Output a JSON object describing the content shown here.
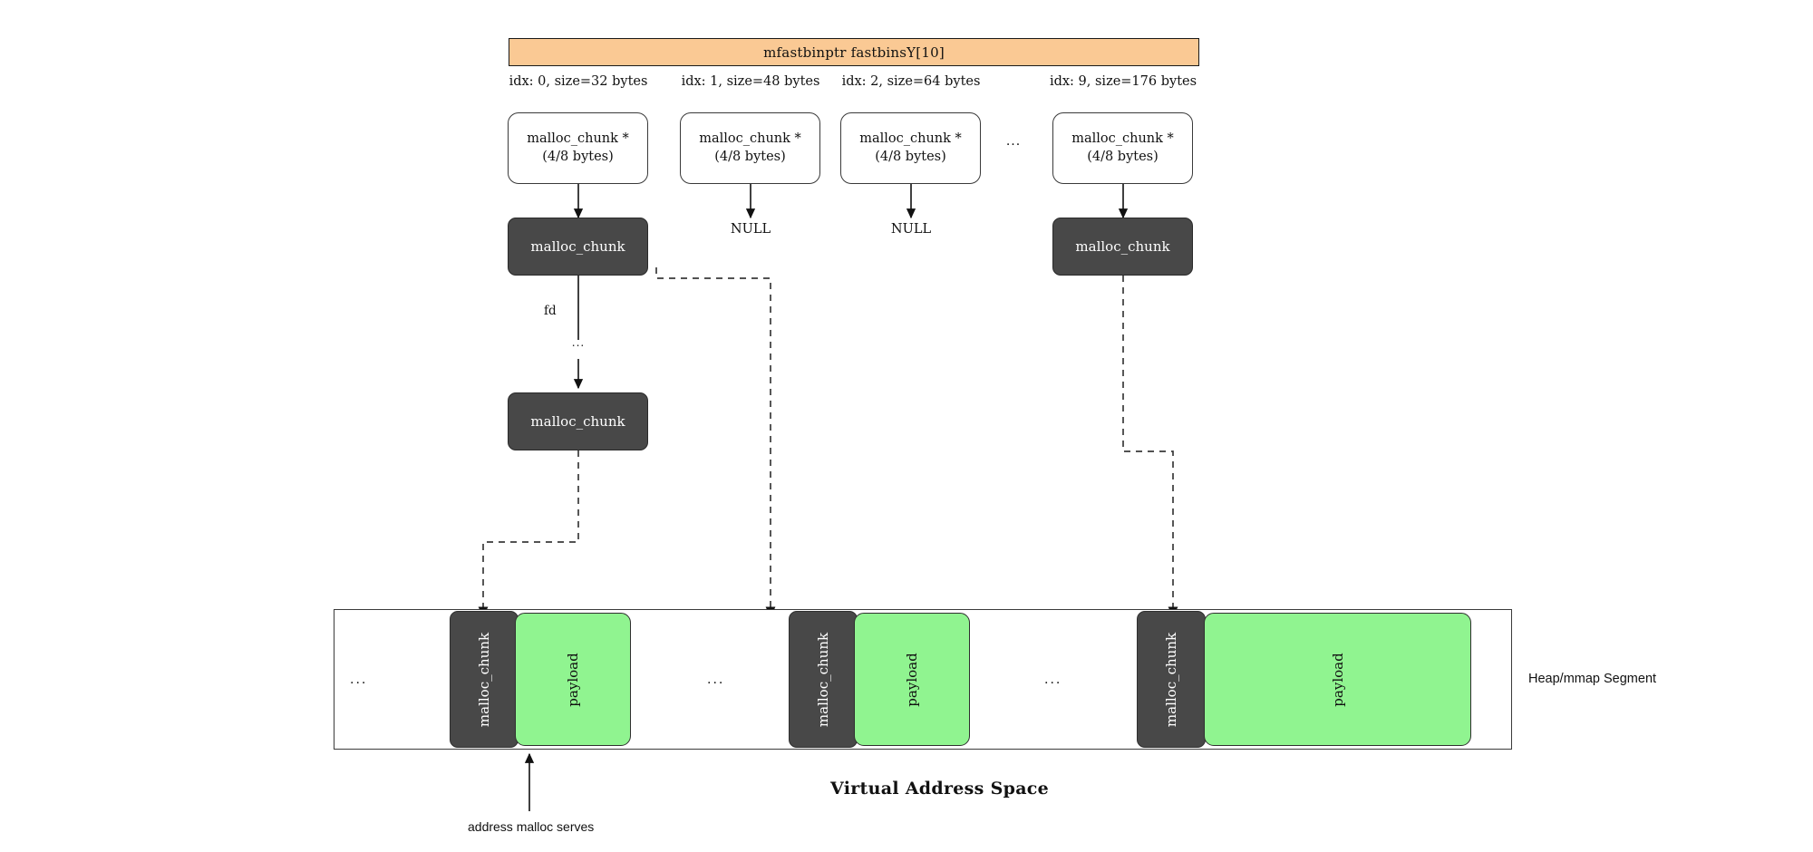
{
  "title": "glibc fastbinsY / malloc_chunk virtual address space diagram",
  "header": {
    "label": "mfastbinptr  fastbinsY[10]",
    "bg_color": "#fac994"
  },
  "bins": [
    {
      "idx_label": "idx: 0, size=32 bytes",
      "ptr_line1": "malloc_chunk *",
      "ptr_line2": "(4/8 bytes)",
      "target": "chunk"
    },
    {
      "idx_label": "idx: 1, size=48 bytes",
      "ptr_line1": "malloc_chunk *",
      "ptr_line2": "(4/8 bytes)",
      "target": "NULL"
    },
    {
      "idx_label": "idx: 2, size=64 bytes",
      "ptr_line1": "malloc_chunk *",
      "ptr_line2": "(4/8 bytes)",
      "target": "NULL"
    },
    {
      "idx_label": "idx: 9, size=176 bytes",
      "ptr_line1": "malloc_chunk *",
      "ptr_line2": "(4/8 bytes)",
      "target": "chunk"
    }
  ],
  "bins_gap_ellipsis": "...",
  "null_label": "NULL",
  "chunk_label": "malloc_chunk",
  "fd_label": "fd",
  "fd_chain_ellipsis": "...",
  "heap": {
    "segment_caption": "Heap/mmap Segment",
    "gap_ellipsis": "...",
    "chunk_label": "malloc_chunk",
    "payload_label": "payload",
    "chunk_color": "#484848",
    "payload_color": "#90f490",
    "cells": [
      {
        "kind": "gap",
        "label": "..."
      },
      {
        "kind": "chunk",
        "label": "malloc_chunk"
      },
      {
        "kind": "payload",
        "label": "payload"
      },
      {
        "kind": "gap",
        "label": "..."
      },
      {
        "kind": "chunk",
        "label": "malloc_chunk"
      },
      {
        "kind": "payload",
        "label": "payload"
      },
      {
        "kind": "gap",
        "label": "..."
      },
      {
        "kind": "chunk",
        "label": "malloc_chunk"
      },
      {
        "kind": "payload",
        "label": "payload"
      }
    ]
  },
  "footer": {
    "address_caption": "address malloc serves",
    "vas_title": "Virtual Address Space"
  }
}
